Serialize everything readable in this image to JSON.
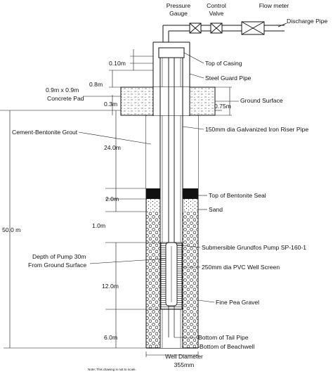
{
  "header": {
    "pressure_gauge_line1": "Pressure",
    "pressure_gauge_line2": "Gauge",
    "control_valve_line1": "Control",
    "control_valve_line2": "Valve",
    "flow_meter": "Flow meter",
    "discharge_pipe": "Discharge Pipe"
  },
  "labels": {
    "top_of_casing": "Top of Casing",
    "steel_guard_pipe": "Steel Guard Pipe",
    "concrete_pad_line1": "0.9m x 0.9m",
    "concrete_pad_line2": "Concrete Pad",
    "ground_surface": "Ground Surface",
    "cement_bentonite_grout": "Cement-Bentonite Grout",
    "riser_pipe": "150mm dia Galvanized Iron Riser Pipe",
    "top_of_bentonite_seal": "Top of Bentonite Seal",
    "sand": "Sand",
    "pump": "Submersible Grundfos Pump SP-160-1",
    "pump_depth_line1": "Depth of Pump 30m",
    "pump_depth_line2": "From Ground Surface",
    "well_screen": "250mm dia PVC Well Screen",
    "fine_pea_gravel": "Fine Pea Gravel",
    "bottom_of_tail_pipe": "Bottom of Tail Pipe",
    "bottom_of_beachwell": "Bottom of Beachwell",
    "well_diameter_line1": "Well Diameter",
    "well_diameter_line2": "355mm",
    "note": "Note: This drawing is not to scale."
  },
  "dimensions": {
    "d_010": "0.10m",
    "d_08": "0.8m",
    "d_03": "0.3m",
    "d_075": "0.75m",
    "d_240": "24.0m",
    "d_20": "2.0m",
    "d_10": "1.0m",
    "d_500": "50.0 m",
    "d_120": "12.0m",
    "d_60": "6.0m"
  }
}
